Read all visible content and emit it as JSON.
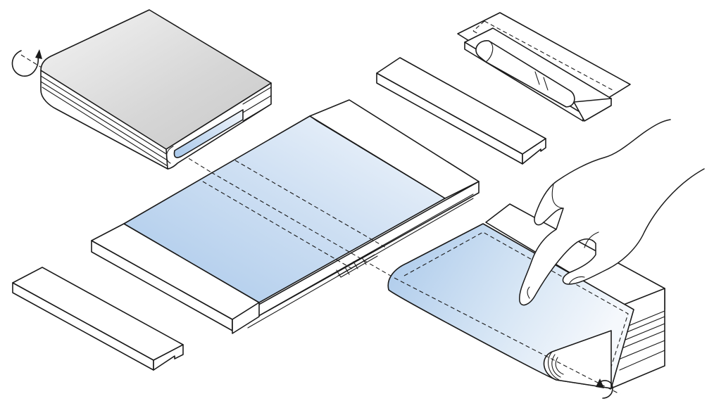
{
  "figure": {
    "components": [
      "folded-device-top-left",
      "unfolded-device-center",
      "cover-plate-top",
      "cover-plate-bottom-left",
      "rolled-hinge-detail",
      "folded-device-with-hand"
    ],
    "rotation_arrows": 2,
    "colors": {
      "screen_blue": "#a9c8ea",
      "screen_blue_light": "#eef4fb",
      "body_gray": "#d9d9d9",
      "line": "#1a1a1a"
    }
  }
}
